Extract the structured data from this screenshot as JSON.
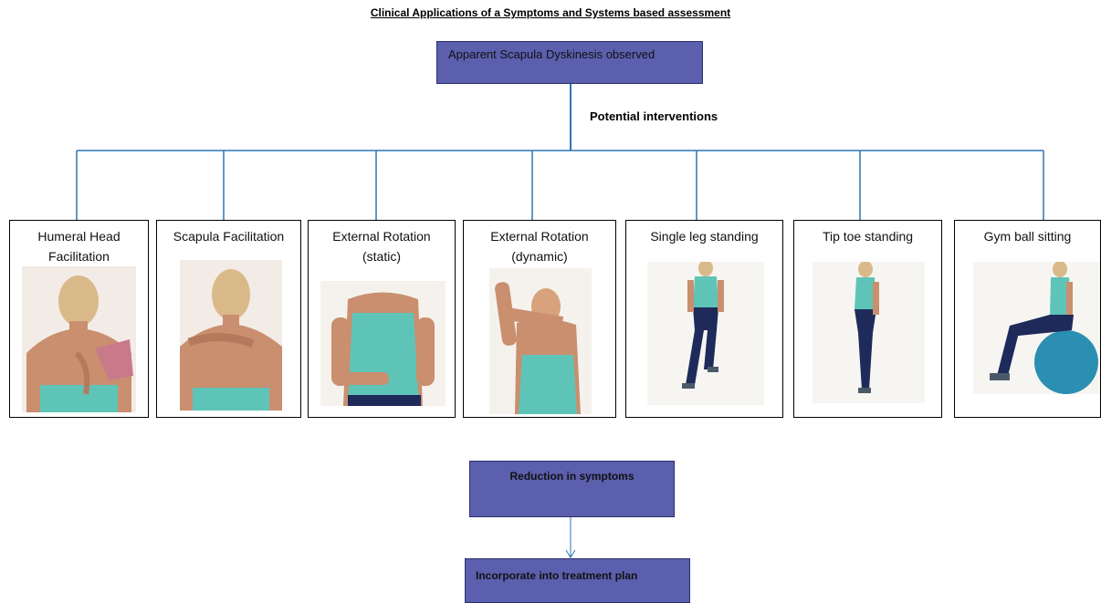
{
  "title": "Clinical Applications of a Symptoms and Systems based assessment",
  "top_box": {
    "label": "Apparent Scapula Dyskinesis observed"
  },
  "subtitle": "Potential interventions",
  "interventions": [
    {
      "label": "Humeral Head Facilitation",
      "photo": "shoulder-facilitation-photo"
    },
    {
      "label": "Scapula Facilitation",
      "photo": "scapula-facilitation-photo"
    },
    {
      "label": "External Rotation (static)",
      "photo": "external-rotation-static-photo"
    },
    {
      "label": "External Rotation (dynamic)",
      "photo": "external-rotation-dynamic-photo"
    },
    {
      "label": "Single leg standing",
      "photo": "single-leg-standing-photo"
    },
    {
      "label": "Tip toe standing",
      "photo": "tip-toe-standing-photo"
    },
    {
      "label": "Gym ball sitting",
      "photo": "gym-ball-sitting-photo"
    }
  ],
  "outcome_box": {
    "label": "Reduction in symptoms"
  },
  "plan_box": {
    "label": "Incorporate into treatment plan"
  },
  "colors": {
    "box_fill": "#5b5fad",
    "connector": "#2e75b6",
    "shirt": "#5fc4b8",
    "pants": "#1e2a5a",
    "ball": "#2b8fb3"
  }
}
